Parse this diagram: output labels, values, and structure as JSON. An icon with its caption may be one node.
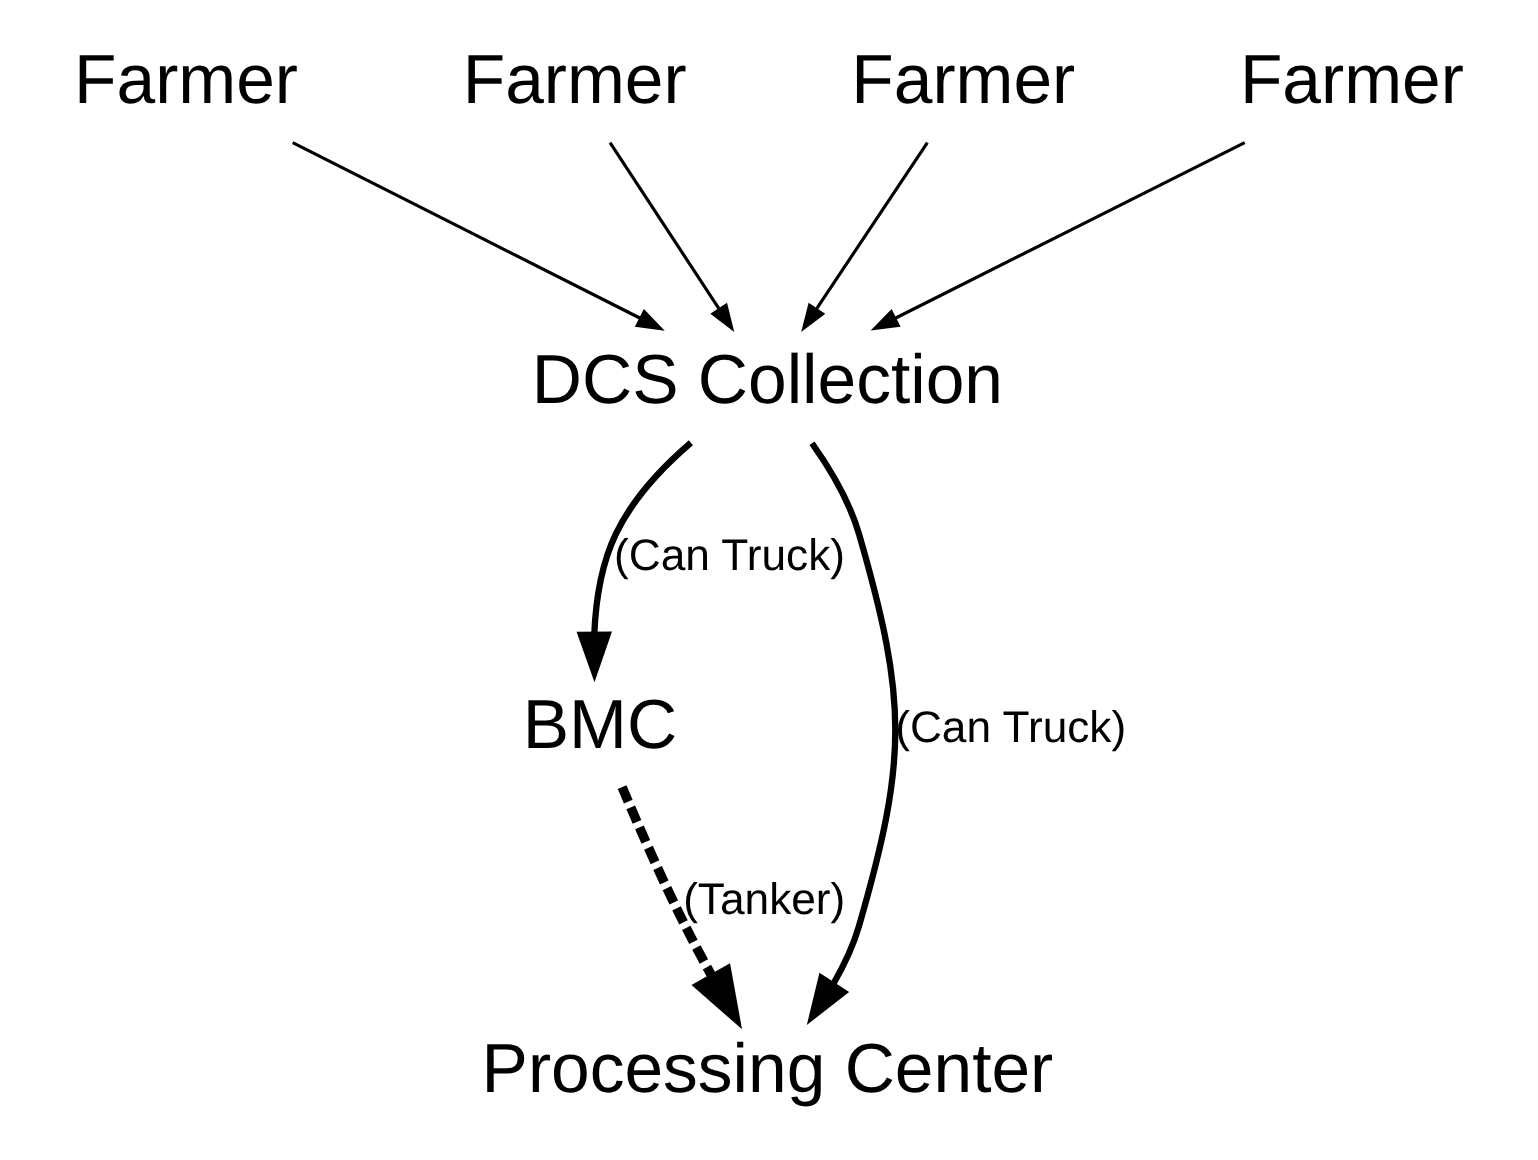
{
  "diagram": {
    "nodes": [
      {
        "text": [
          "Farmer"
        ]
      },
      {
        "text": [
          "Farmer"
        ]
      },
      {
        "text": [
          "Farmer"
        ]
      },
      {
        "text": [
          "Farmer"
        ]
      },
      {
        "text": [
          "DCS Collection"
        ]
      },
      {
        "text": [
          "BMC"
        ]
      },
      {
        "text": [
          "Processing Center"
        ]
      }
    ],
    "edges": [
      {
        "from": 0,
        "to": 4,
        "arrow": "to"
      },
      {
        "from": 1,
        "to": 4,
        "arrow": "to"
      },
      {
        "from": 2,
        "to": 4,
        "arrow": "to"
      },
      {
        "from": 3,
        "to": 4,
        "arrow": "to"
      },
      {
        "from": 4,
        "to": 5,
        "arrow": "to",
        "label": "(Can Truck)",
        "style": "thick"
      },
      {
        "from": 4,
        "to": 6,
        "arrow": "to",
        "label": "(Can Truck)",
        "style": "thick"
      },
      {
        "from": 5,
        "to": 6,
        "arrow": "to",
        "label": "(Tanker)",
        "style": "dashed"
      }
    ]
  }
}
